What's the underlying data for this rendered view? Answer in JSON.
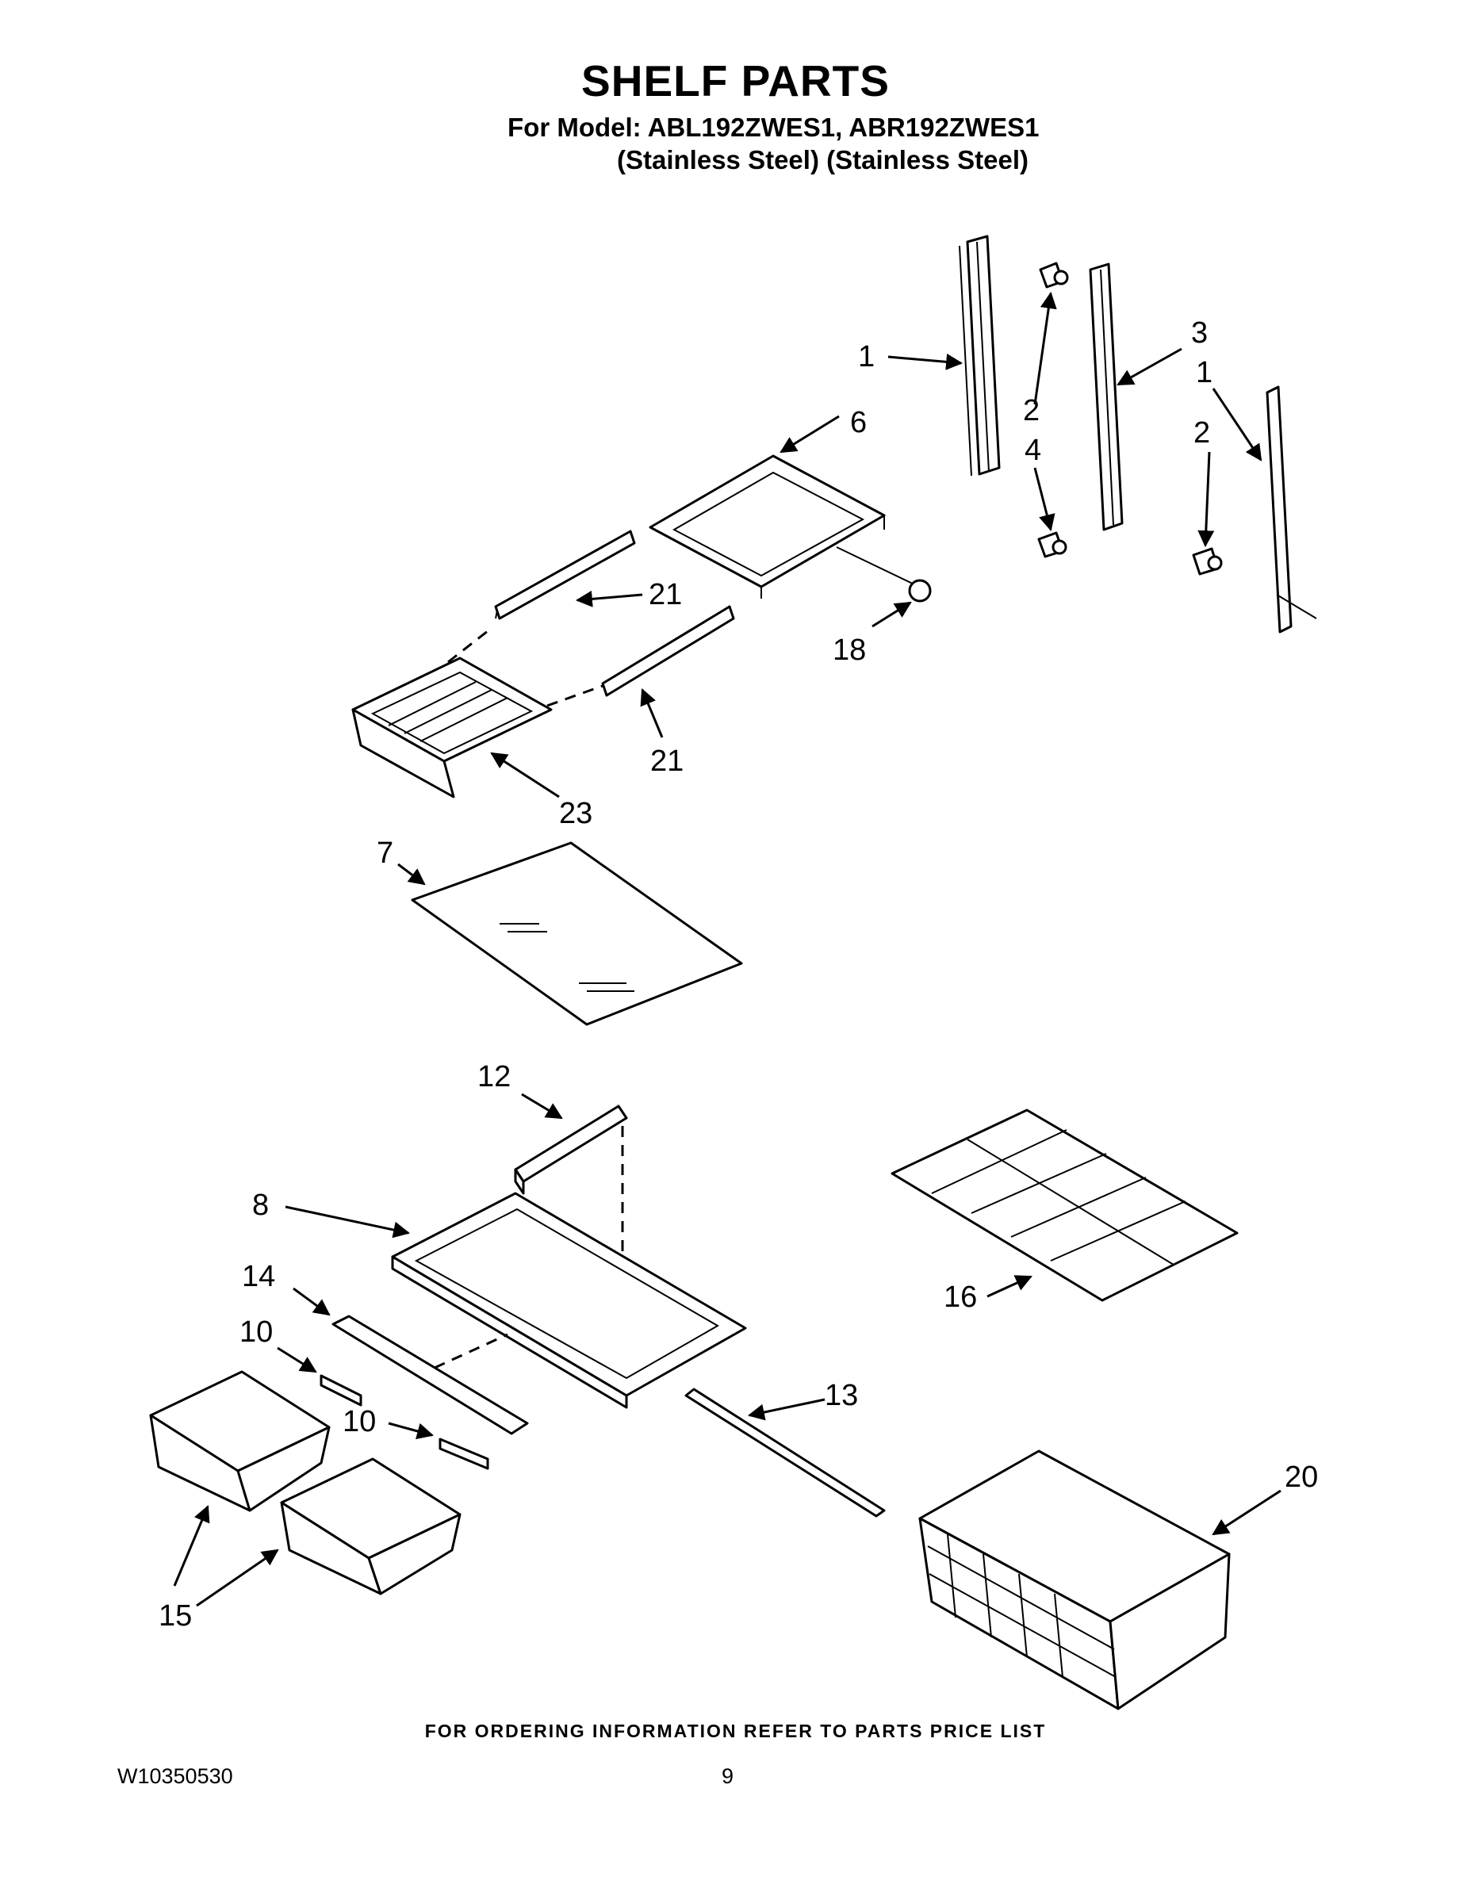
{
  "header": {
    "title": "SHELF PARTS",
    "model_line": "For Model: ABL192ZWES1, ABR192ZWES1",
    "finish_line": "(Stainless Steel) (Stainless Steel)"
  },
  "callouts": [
    {
      "id": "c1a",
      "label": "1"
    },
    {
      "id": "c2a",
      "label": "2"
    },
    {
      "id": "c4",
      "label": "4"
    },
    {
      "id": "c3",
      "label": "3"
    },
    {
      "id": "c1b",
      "label": "1"
    },
    {
      "id": "c2b",
      "label": "2"
    },
    {
      "id": "c6",
      "label": "6"
    },
    {
      "id": "c18",
      "label": "18"
    },
    {
      "id": "c21a",
      "label": "21"
    },
    {
      "id": "c21b",
      "label": "21"
    },
    {
      "id": "c23",
      "label": "23"
    },
    {
      "id": "c7",
      "label": "7"
    },
    {
      "id": "c12",
      "label": "12"
    },
    {
      "id": "c8",
      "label": "8"
    },
    {
      "id": "c14",
      "label": "14"
    },
    {
      "id": "c10a",
      "label": "10"
    },
    {
      "id": "c10b",
      "label": "10"
    },
    {
      "id": "c13",
      "label": "13"
    },
    {
      "id": "c15",
      "label": "15"
    },
    {
      "id": "c16",
      "label": "16"
    },
    {
      "id": "c20",
      "label": "20"
    }
  ],
  "footer": {
    "ordering_note": "FOR ORDERING INFORMATION REFER TO PARTS PRICE LIST",
    "doc_number": "W10350530",
    "page_number": "9"
  }
}
